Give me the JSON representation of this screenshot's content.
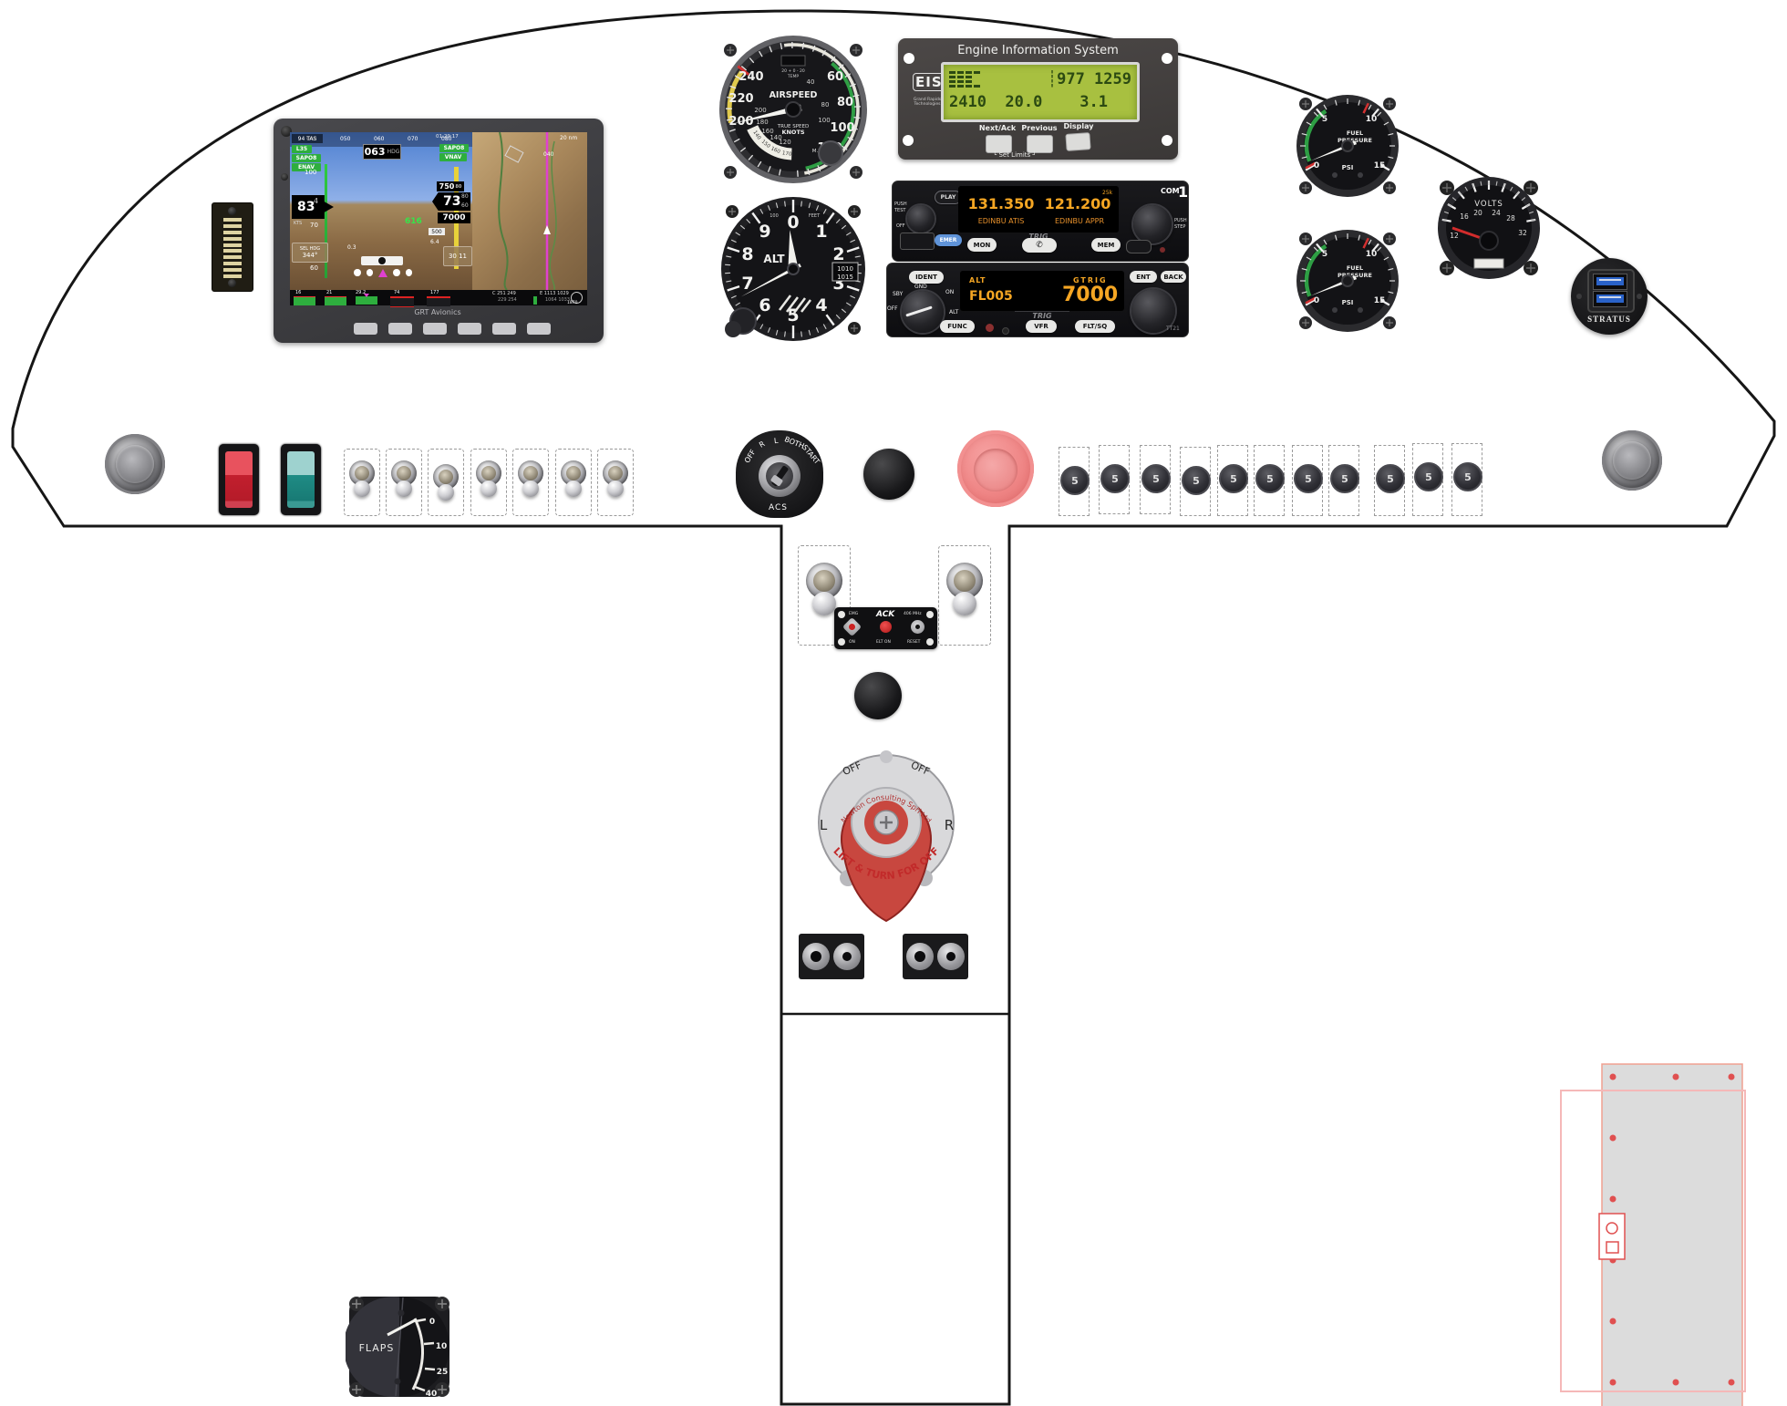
{
  "efis": {
    "brand": "GRT Avionics",
    "tas": "94 TAS",
    "wpt": "L35",
    "nav_src": "SAPO8",
    "nav_mode": "ENAV",
    "timer": "01:29:17",
    "vnav_src": "SAPO8",
    "vnav_mode": "VNAV",
    "hdg_tape": [
      "040",
      "050",
      "060",
      "070",
      "080"
    ],
    "heading": "063",
    "hdg_label": "HDG",
    "spd_100": "100",
    "spd_70": "70",
    "spd_60": "60",
    "speed": "83",
    "speed_next": "4",
    "kts": "KTS",
    "alt_upper": "750",
    "altitude": "73",
    "alt_80": "80",
    "alt_60": "60",
    "alt_sel": "7000",
    "alt_500": "500",
    "vsi": "616",
    "sel_hdg_label": "SEL HDG",
    "sel_hdg": "344°",
    "baro": "30 11",
    "xtk": "0.3",
    "brg": "6.4",
    "range": "20 nm",
    "map_hdg": "040",
    "eng_vals": [
      "16",
      "21",
      "29.2",
      "74",
      "177"
    ],
    "cht": "C 251 249",
    "cht2": "229 254",
    "egt": "E 1113 1029",
    "egt2": "1064 1033",
    "rpm": "1870"
  },
  "airspeed": {
    "title": "AIRSPEED",
    "true_speed": "TRUE SPEED",
    "knots": "KNOTS",
    "mph": "M.P.H.",
    "temp": "TEMP",
    "temp_scale": "20 + 0 - 20",
    "outer": [
      "240",
      "220",
      "200",
      "60",
      "80",
      "100",
      "120"
    ],
    "inner": [
      "200",
      "180",
      "160",
      "140",
      "120",
      "40",
      "80",
      "100"
    ],
    "mph_ring": [
      "140",
      "150",
      "160",
      "170"
    ]
  },
  "altimeter": {
    "title": "ALT",
    "digits": [
      "0",
      "1",
      "2",
      "3",
      "4",
      "5",
      "6",
      "7",
      "8",
      "9"
    ],
    "feet_100": "100",
    "feet": "FEET",
    "kollsman": [
      "1010",
      "1015"
    ]
  },
  "eis": {
    "title": "Engine Information System",
    "logo": "EIS",
    "maker1": "Grand Rapids",
    "maker2": "Technologies",
    "lcd_r1": "┊977 1259",
    "lcd_r2": "2410  20.0    3.1",
    "btn_next": "Next/Ack",
    "btn_prev": "Previous",
    "btn_disp": "Display",
    "set_limits": "Set Limits"
  },
  "com": {
    "unit": "COM",
    "unit_no": "1",
    "active": "131.350",
    "standby": "121.200",
    "step": "25k",
    "active_id": "EDINBU ATIS",
    "standby_id": "EDINBU APPR",
    "brand": "TRIG",
    "play": "PLAY",
    "emer": "EMER",
    "mon": "MON",
    "mem": "MEM",
    "handset": "✆",
    "push": "PUSH",
    "test": "TEST",
    "off": "OFF",
    "step_lbl": "STEP"
  },
  "xpdr": {
    "ident": "IDENT",
    "ent": "ENT",
    "back": "BACK",
    "func": "FUNC",
    "vfr": "VFR",
    "fltsq": "FLT/SQ",
    "mode": "ALT",
    "fl": "FL005",
    "tag": "GTRIG",
    "code": "7000",
    "brand": "TRIG",
    "model": "TT21",
    "off": "OFF",
    "sby": "SBY",
    "gnd": "GND",
    "on": "ON",
    "alt": "ALT"
  },
  "fuel_gauge": {
    "l1": "FUEL",
    "l2": "PRESSURE",
    "psi": "PSI",
    "t0": "0",
    "t5": "5",
    "t10": "10",
    "t15": "15"
  },
  "volts": {
    "title": "VOLTS",
    "ticks": [
      "12",
      "16",
      "20",
      "24",
      "28",
      "32"
    ]
  },
  "stratus": {
    "label": "STRATUS"
  },
  "ignition": {
    "off": "OFF",
    "r": "R",
    "l": "L",
    "both": "BOTH",
    "start": "START",
    "brand": "ACS"
  },
  "breakers": {
    "amps": "5"
  },
  "ack": {
    "emg": "EMG",
    "brand": "ACK",
    "mhz": "406 MHz",
    "on": "ON",
    "elt_on": "ELT ON",
    "reset": "RESET"
  },
  "fuel_selector": {
    "off_l": "OFF",
    "off_r": "OFF",
    "left": "L",
    "right": "R",
    "maker": "Newton Consulting Sprl Ltd",
    "lift": "LIFT & TURN FOR OFF"
  },
  "flaps": {
    "title": "FLAPS",
    "t0": "0",
    "t10": "10",
    "t25": "25",
    "t40": "40"
  }
}
